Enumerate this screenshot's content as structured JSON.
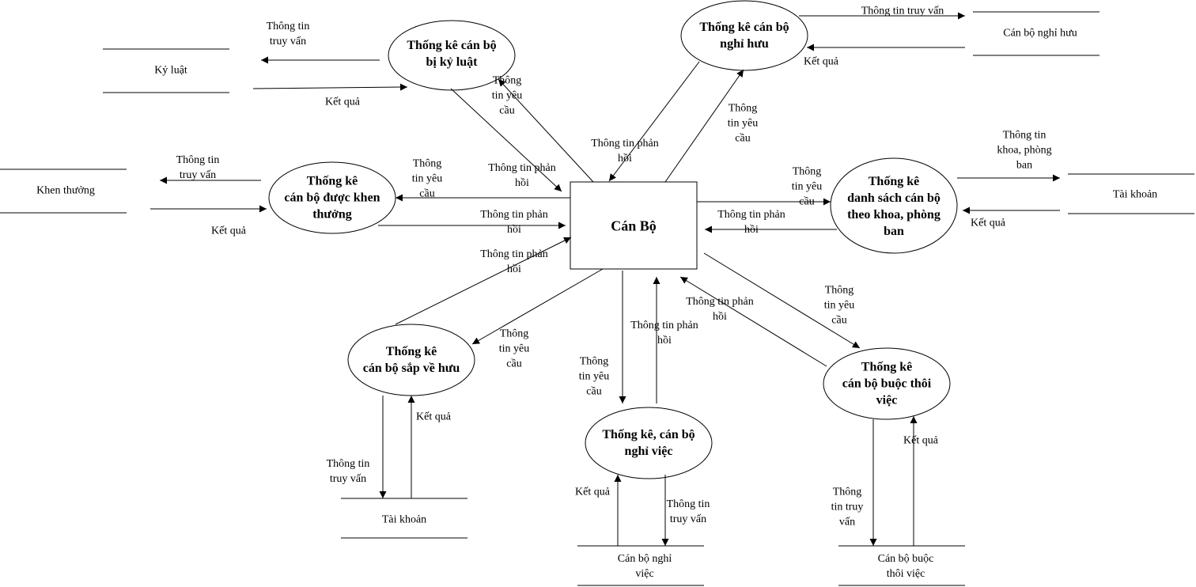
{
  "entity": "Cán Bộ",
  "processes": {
    "p_kyluat": "Thống kê cán bộ\nbị kỷ luật",
    "p_nghihuu": "Thống kê cán bộ\nnghỉ hưu",
    "p_khenthuong": "Thống kê\ncán bộ được khen\nthưởng",
    "p_khoa": "Thống kê\ndanh sách cán bộ\ntheo khoa, phòng\nban",
    "p_saphuu": "Thống kê\ncán bộ sắp về hưu",
    "p_nghiviec": "Thống kê, cán bộ\nnghỉ việc",
    "p_buocthoi": "Thống kê\ncán bộ buộc thôi\nviệc"
  },
  "stores": {
    "s_kyluat": "Kỷ luật",
    "s_nghihuu": "Cán bộ nghỉ hưu",
    "s_khenthuong": "Khen thưởng",
    "s_taikhoan_right": "Tài khoản",
    "s_taikhoan_bottom": "Tài khoản",
    "s_nghiviec": "Cán bộ nghỉ\nviệc",
    "s_buocthoi": "Cán bộ buộc\nthôi việc"
  },
  "labels": {
    "l_kl_query": "Thông tin\ntruy vấn",
    "l_kl_result": "Kết quả",
    "l_kl_req": "Thông\ntin yêu\ncầu",
    "l_kl_resp": "Thông tin phản\nhồi",
    "l_nh_query": "Thông tin truy vấn",
    "l_nh_result": "Kết quả",
    "l_nh_req": "Thông\ntin yêu\ncầu",
    "l_nh_resp": "Thông tin phản\nhồi",
    "l_kt_query": "Thông tin\ntruy vấn",
    "l_kt_result": "Kết quả",
    "l_kt_req": "Thông\ntin yêu\ncầu",
    "l_kt_resp": "Thông tin phản\nhồi",
    "l_kh_query": "Thông tin\nkhoa, phòng\nban",
    "l_kh_result": "Kết quả",
    "l_kh_req": "Thông\ntin yêu\ncầu",
    "l_kh_resp": "Thông tin phản\nhồi",
    "l_sh_resp": "Thông tin phản\nhồi",
    "l_sh_req": "Thông\ntin yêu\ncầu",
    "l_sh_query": "Thông tin\ntruy vấn",
    "l_sh_result": "Kết quả",
    "l_nv_req": "Thông\ntin yêu\ncầu",
    "l_nv_resp": "Thông tin phản\nhồi",
    "l_nv_result": "Kết quả",
    "l_nv_query": "Thông tin\ntruy vấn",
    "l_bt_resp": "Thông tin phản\nhồi",
    "l_bt_req": "Thông\ntin yêu\ncầu",
    "l_bt_query": "Thông\ntin truy\nvấn",
    "l_bt_result": "Kết quả"
  }
}
